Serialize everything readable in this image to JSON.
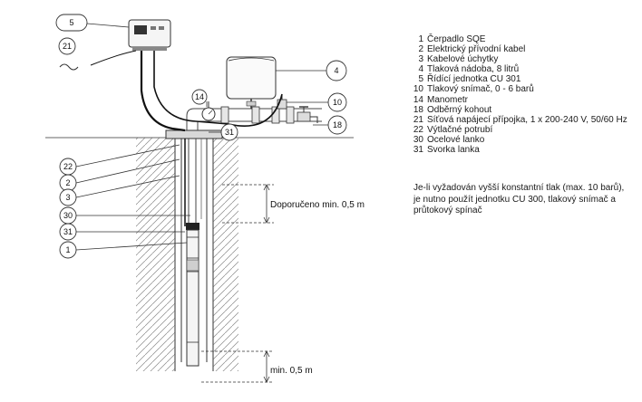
{
  "legend": [
    {
      "num": "1",
      "label": "Čerpadlo SQE"
    },
    {
      "num": "2",
      "label": "Elektrický přívodní kabel"
    },
    {
      "num": "3",
      "label": "Kabelové úchytky"
    },
    {
      "num": "4",
      "label": "Tlaková nádoba, 8 litrů"
    },
    {
      "num": "5",
      "label": "Řídící jednotka CU 301"
    },
    {
      "num": "10",
      "label": "Tlakový snímač, 0 - 6 barů"
    },
    {
      "num": "14",
      "label": "Manometr"
    },
    {
      "num": "18",
      "label": "Odběrný kohout"
    },
    {
      "num": "21",
      "label": "Síťová napájecí přípojka, 1 x 200-240 V, 50/60 Hz"
    },
    {
      "num": "22",
      "label": "Výtlačné potrubí"
    },
    {
      "num": "30",
      "label": "Ocelové lanko"
    },
    {
      "num": "31",
      "label": "Svorka lanka"
    }
  ],
  "note": {
    "lines": [
      "Je-li vyžadován vyšší konstantní tlak (max. 10 barů),",
      "je nutno použít jednotku CU 300, tlakový snímač a",
      "průtokový spínač"
    ]
  },
  "dimensions": {
    "upper": "Doporučeno min. 0,5 m",
    "lower": "min. 0,5 m"
  },
  "callouts": {
    "c5": "5",
    "c21": "21",
    "c4": "4",
    "c14": "14",
    "c10": "10",
    "c18": "18",
    "c31_top": "31",
    "c22": "22",
    "c2": "2",
    "c3": "3",
    "c30": "30",
    "c31": "31",
    "c1": "1"
  }
}
